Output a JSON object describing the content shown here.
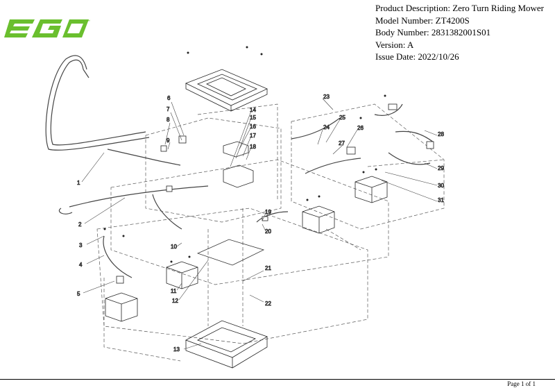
{
  "brand": {
    "logo_text": "EGO",
    "color": "#6abf2e"
  },
  "header": {
    "product": "Product Description: Zero Turn Riding Mower",
    "model": "Model Number: ZT4200S",
    "body": "Body Number: 2831382001S01",
    "version": "Version: A",
    "issue": "Issue Date: 2022/10/26"
  },
  "callouts": [
    "1",
    "2",
    "3",
    "4",
    "5",
    "6",
    "7",
    "8",
    "9",
    "10",
    "11",
    "12",
    "13",
    "14",
    "15",
    "16",
    "17",
    "18",
    "19",
    "20",
    "21",
    "22",
    "23",
    "24",
    "25",
    "26",
    "27",
    "28",
    "29",
    "30",
    "31"
  ],
  "footer": {
    "page": "Page 1 of 1"
  }
}
